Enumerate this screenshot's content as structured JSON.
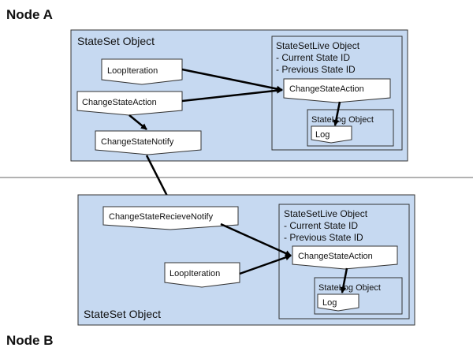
{
  "node_a": {
    "title": "Node A",
    "stateset_title": "StateSet Object",
    "loop_iteration": "LoopIteration",
    "change_state_action": "ChangeStateAction",
    "change_state_notify": "ChangeStateNotify",
    "live": {
      "title": "StateSetLive Object",
      "line1": "- Current State ID",
      "line2": "- Previous State ID",
      "change_state_action": "ChangeStateAction",
      "statelog_title": "StateLog Object",
      "log": "Log"
    }
  },
  "node_b": {
    "title": "Node B",
    "stateset_title": "StateSet Object",
    "change_state_recieve_notify": "ChangeStateRecieveNotify",
    "loop_iteration": "LoopIteration",
    "live": {
      "title": "StateSetLive Object",
      "line1": "- Current State ID",
      "line2": "- Previous State ID",
      "change_state_action": "ChangeStateAction",
      "statelog_title": "StateLog Object",
      "log": "Log"
    }
  },
  "colors": {
    "container_fill": "#c6d9f1",
    "border": "#333333",
    "arrow": "#000000",
    "divider": "#666666"
  }
}
